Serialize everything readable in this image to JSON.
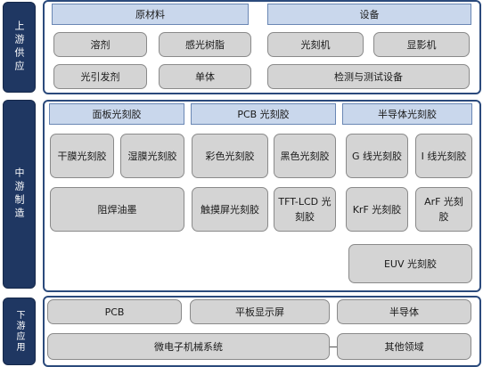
{
  "stages": {
    "upstream": "上游供应",
    "midstream": "中游制造",
    "downstream": "下游应用"
  },
  "upstream": {
    "raw_materials": {
      "header": "原材料",
      "items": [
        "溶剂",
        "感光树脂",
        "光引发剂",
        "单体"
      ]
    },
    "equipment": {
      "header": "设备",
      "items": [
        "光刻机",
        "显影机",
        "检测与测试设备"
      ]
    }
  },
  "midstream": {
    "panel": {
      "header": "面板光刻胶",
      "items": [
        "干膜光刻胶",
        "湿膜光刻胶",
        "阻焊油墨"
      ]
    },
    "pcb": {
      "header": "PCB 光刻胶",
      "items": [
        "彩色光刻胶",
        "黑色光刻胶",
        "触摸屏光刻胶",
        "TFT-LCD 光刻胶"
      ]
    },
    "semiconductor": {
      "header": "半导体光刻胶",
      "items": [
        "G 线光刻胶",
        "I 线光刻胶",
        "KrF 光刻胶",
        "ArF 光刻胶",
        "EUV 光刻胶"
      ]
    }
  },
  "downstream": {
    "items": [
      "PCB",
      "平板显示屏",
      "半导体",
      "微电子机械系统",
      "其他领域"
    ]
  }
}
